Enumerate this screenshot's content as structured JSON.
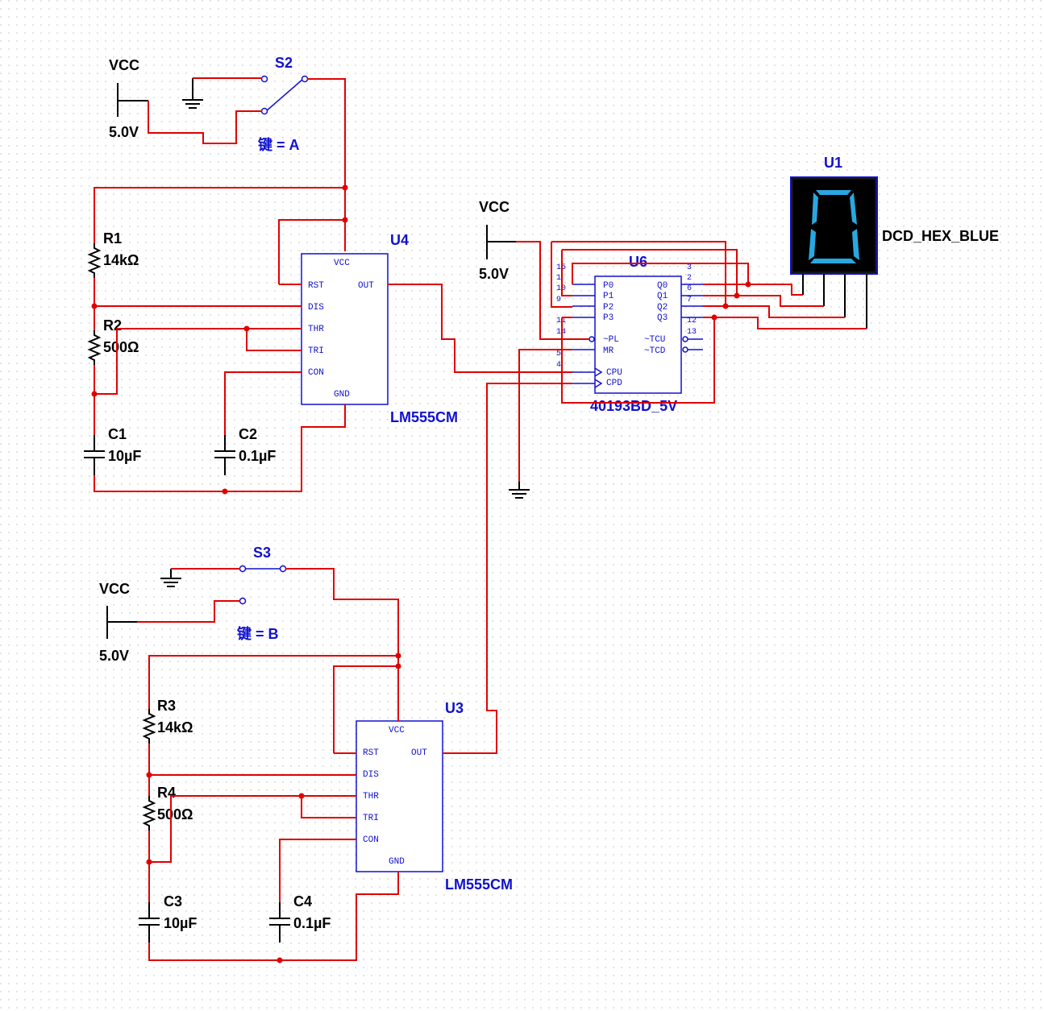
{
  "power": {
    "vcc1": {
      "label": "VCC",
      "value": "5.0V"
    },
    "vcc2": {
      "label": "VCC",
      "value": "5.0V"
    },
    "vcc3": {
      "label": "VCC",
      "value": "5.0V"
    }
  },
  "switches": {
    "s2": {
      "ref": "S2",
      "key": "键 = A"
    },
    "s3": {
      "ref": "S3",
      "key": "键 = B"
    }
  },
  "components": {
    "r1": {
      "ref": "R1",
      "value": "14kΩ"
    },
    "r2": {
      "ref": "R2",
      "value": "500Ω"
    },
    "c1": {
      "ref": "C1",
      "value": "10µF"
    },
    "c2": {
      "ref": "C2",
      "value": "0.1µF"
    },
    "r3": {
      "ref": "R3",
      "value": "14kΩ"
    },
    "r4": {
      "ref": "R4",
      "value": "500Ω"
    },
    "c3": {
      "ref": "C3",
      "value": "10µF"
    },
    "c4": {
      "ref": "C4",
      "value": "0.1µF"
    }
  },
  "u4": {
    "ref": "U4",
    "model": "LM555CM",
    "pins": {
      "vcc": "VCC",
      "rst": "RST",
      "dis": "DIS",
      "thr": "THR",
      "tri": "TRI",
      "con": "CON",
      "out": "OUT",
      "gnd": "GND"
    }
  },
  "u3": {
    "ref": "U3",
    "model": "LM555CM",
    "pins": {
      "vcc": "VCC",
      "rst": "RST",
      "dis": "DIS",
      "thr": "THR",
      "tri": "TRI",
      "con": "CON",
      "out": "OUT",
      "gnd": "GND"
    }
  },
  "u6": {
    "ref": "U6",
    "model": "40193BD_5V",
    "left_pins": [
      "P0",
      "P1",
      "P2",
      "P3",
      "~PL",
      "MR",
      "CPU",
      "CPD"
    ],
    "right_pins": [
      "Q0",
      "Q1",
      "Q2",
      "Q3",
      "~TCU",
      "~TCD"
    ],
    "left_nums": [
      "15",
      "1",
      "10",
      "9",
      "11",
      "14",
      "5",
      "4"
    ],
    "right_nums": [
      "3",
      "2",
      "6",
      "7",
      "12",
      "13"
    ]
  },
  "u1": {
    "ref": "U1",
    "model": "DCD_HEX_BLUE",
    "digit_color": "#29a8e0"
  },
  "colors": {
    "wire": "#e00000",
    "part": "#1010d0",
    "text": "#000000"
  }
}
